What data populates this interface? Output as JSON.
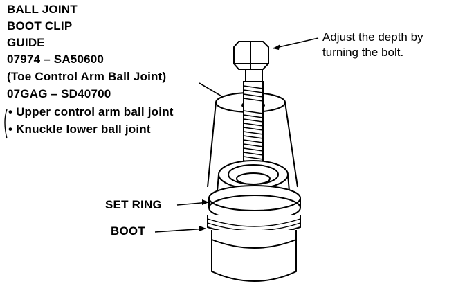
{
  "tool_label": {
    "line1": "BALL JOINT",
    "line2": "BOOT CLIP",
    "line3": "GUIDE",
    "line4": "07974 – SA50600",
    "line5": "(Toe Control Arm Ball Joint)",
    "line6": "07GAG – SD40700",
    "line7": "• Upper control arm ball joint",
    "line8": "• Knuckle lower ball joint"
  },
  "callouts": {
    "adjust_line1": "Adjust the depth by",
    "adjust_line2": "turning the bolt.",
    "set_ring": "SET RING",
    "boot": "BOOT"
  }
}
